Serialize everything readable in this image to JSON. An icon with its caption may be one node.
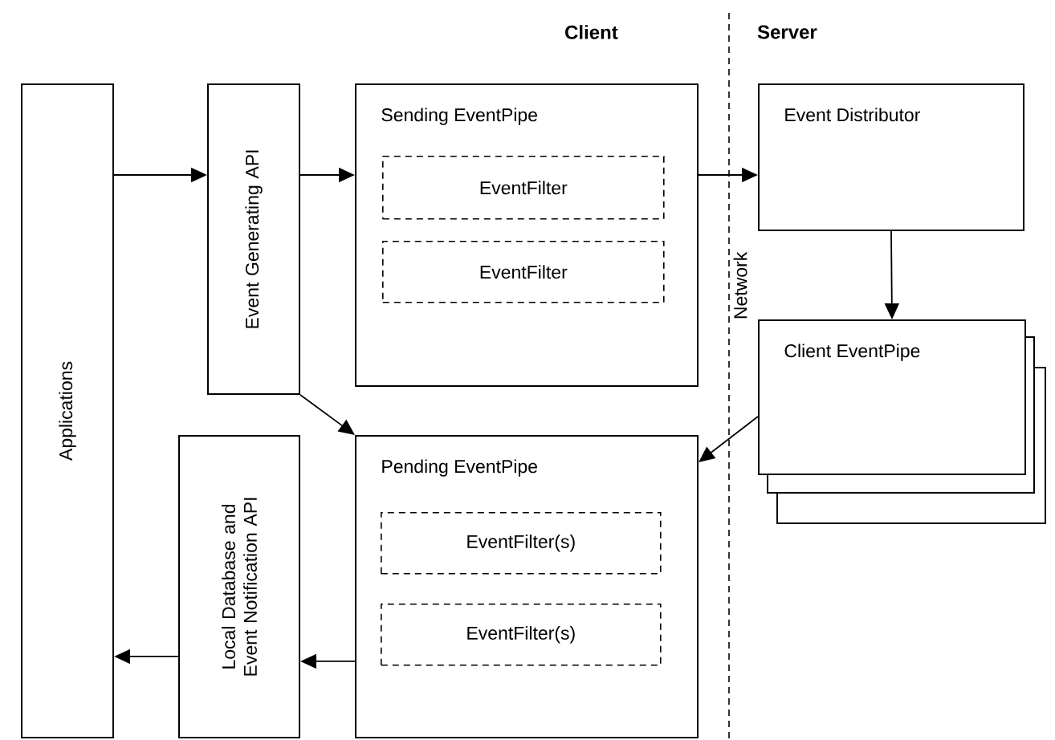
{
  "diagram": {
    "nodes": [
      {
        "text": [
          "Applications"
        ]
      },
      {
        "text": [
          "Event Generating API"
        ]
      },
      {
        "text": [
          "Sending EventPipe"
        ]
      },
      {
        "text": [
          "EventFilter"
        ],
        "in": 2
      },
      {
        "text": [
          "EventFilter"
        ],
        "in": 2
      },
      {
        "text": [
          "Event Distributor"
        ]
      },
      {
        "text": [
          "Client EventPipe"
        ]
      },
      {
        "text": [
          "Local Database and Event Notification API"
        ]
      },
      {
        "text": [
          "Pending EventPipe"
        ]
      },
      {
        "text": [
          "EventFilter(s)"
        ],
        "in": 8
      },
      {
        "text": [
          "EventFilter(s)"
        ],
        "in": 8
      }
    ],
    "edges": [
      {
        "from": 0,
        "to": 1,
        "arrow": "to"
      },
      {
        "from": 1,
        "to": 2,
        "arrow": "to"
      },
      {
        "from": 2,
        "to": 5,
        "arrow": "to"
      },
      {
        "from": 5,
        "to": 6,
        "arrow": "to"
      },
      {
        "from": 1,
        "to": 8,
        "arrow": "to"
      },
      {
        "from": 6,
        "to": 8,
        "arrow": "to"
      },
      {
        "from": 8,
        "to": 7,
        "arrow": "to"
      },
      {
        "from": 7,
        "to": 0,
        "arrow": "to"
      }
    ],
    "labels": [
      "Client",
      "Server",
      "Network"
    ]
  }
}
